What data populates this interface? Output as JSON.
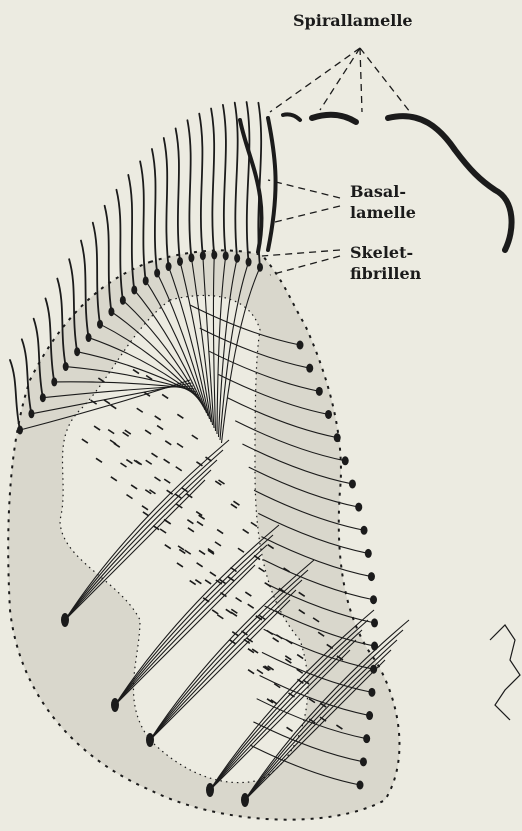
{
  "figure": {
    "background": "#ecebe1",
    "cell_fill": "#d9d7cc",
    "ink": "#1b1b1b"
  },
  "labels": {
    "spirallamelle": "Spirallamelle",
    "basallamelle_line1": "Basal-",
    "basallamelle_line2": "lamelle",
    "skeletfibrillen_line1": "Skelet-",
    "skeletfibrillen_line2": "fibrillen"
  }
}
